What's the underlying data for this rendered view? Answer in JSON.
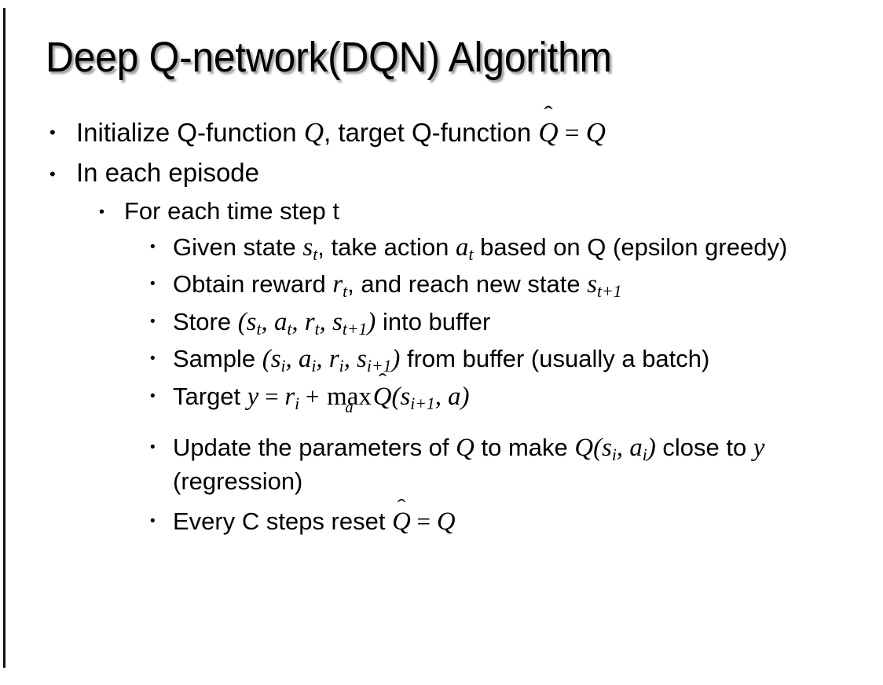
{
  "slide": {
    "title": "Deep Q-network(DQN) Algorithm",
    "background_color": "#ffffff",
    "text_color": "#000000",
    "bullet_glyph": "•",
    "edge_rule_color": "#111111"
  },
  "bullets": {
    "b1": {
      "level": 1,
      "pre": "Initialize Q-function ",
      "var1": "Q",
      "mid": ", target Q-function ",
      "hat_var": "Q",
      "hat_mark": "̂",
      "eq": " = ",
      "var2": "Q",
      "plain_text": "Initialize Q-function Q, target Q-function Q̂ = Q"
    },
    "b2": {
      "level": 1,
      "text": "In each episode"
    },
    "b3": {
      "level": 2,
      "text": "For each time step t"
    },
    "b4": {
      "level": 3,
      "seg1": "Given state ",
      "s": "s",
      "s_sub": "t",
      "seg2": ", take action ",
      "a": "a",
      "a_sub": "t",
      "seg3": " based on Q (epsilon greedy)",
      "plain_text": "Given state s_t, take action a_t based on Q (epsilon greedy)"
    },
    "b5": {
      "level": 3,
      "seg1": "Obtain reward ",
      "r": "r",
      "r_sub": "t",
      "seg2": ", and reach new state ",
      "s": "s",
      "s_sub": "t+1",
      "plain_text": "Obtain reward r_t, and reach new state s_{t+1}"
    },
    "b6": {
      "level": 3,
      "seg1": "Store ",
      "open": "(",
      "s1": "s",
      "s1_sub": "t",
      "c1": ", ",
      "a1": "a",
      "a1_sub": "t",
      "c2": ", ",
      "r1": "r",
      "r1_sub": "t",
      "c3": ", ",
      "s2": "s",
      "s2_sub": "t+1",
      "close": ")",
      "seg2": " into buffer",
      "plain_text": "Store (s_t, a_t, r_t, s_{t+1}) into buffer"
    },
    "b7": {
      "level": 3,
      "seg1": "Sample ",
      "open": "(",
      "s1": "s",
      "s1_sub": "i",
      "c1": ", ",
      "a1": "a",
      "a1_sub": "i",
      "c2": ", ",
      "r1": "r",
      "r1_sub": "i",
      "c3": ", ",
      "s2": "s",
      "s2_sub": "i+1",
      "close": ")",
      "seg2": " from buffer (usually a batch)",
      "plain_text": "Sample (s_i, a_i, r_i, s_{i+1}) from buffer (usually a batch)"
    },
    "b8": {
      "level": 3,
      "seg1": "Target ",
      "y": "y",
      "eq": " = ",
      "r": "r",
      "r_sub": "i",
      "plus": " + ",
      "oper": "max",
      "oper_limit": "a",
      "hat_var": "Q",
      "hat_mark": "̂",
      "open": "(",
      "s": "s",
      "s_sub": "i+1",
      "comma": ", ",
      "a": "a",
      "close": ")",
      "plain_text": "Target y = r_i + max_a Q̂(s_{i+1}, a)"
    },
    "b9": {
      "level": 3,
      "seg1": "Update the parameters of ",
      "q1": "Q",
      "seg2": " to make ",
      "q2": "Q",
      "open": "(",
      "s": "s",
      "s_sub": "i",
      "comma": ", ",
      "a": "a",
      "a_sub": "i",
      "close": ")",
      "seg3": " close to ",
      "y": "y",
      "seg4": " (regression)",
      "plain_text": "Update the parameters of Q to make Q(s_i, a_i) close to y (regression)"
    },
    "b10": {
      "level": 3,
      "seg1": "Every C steps reset ",
      "hat_var": "Q",
      "hat_mark": "̂",
      "eq": " = ",
      "var2": "Q",
      "plain_text": "Every C steps reset Q̂ = Q"
    }
  }
}
